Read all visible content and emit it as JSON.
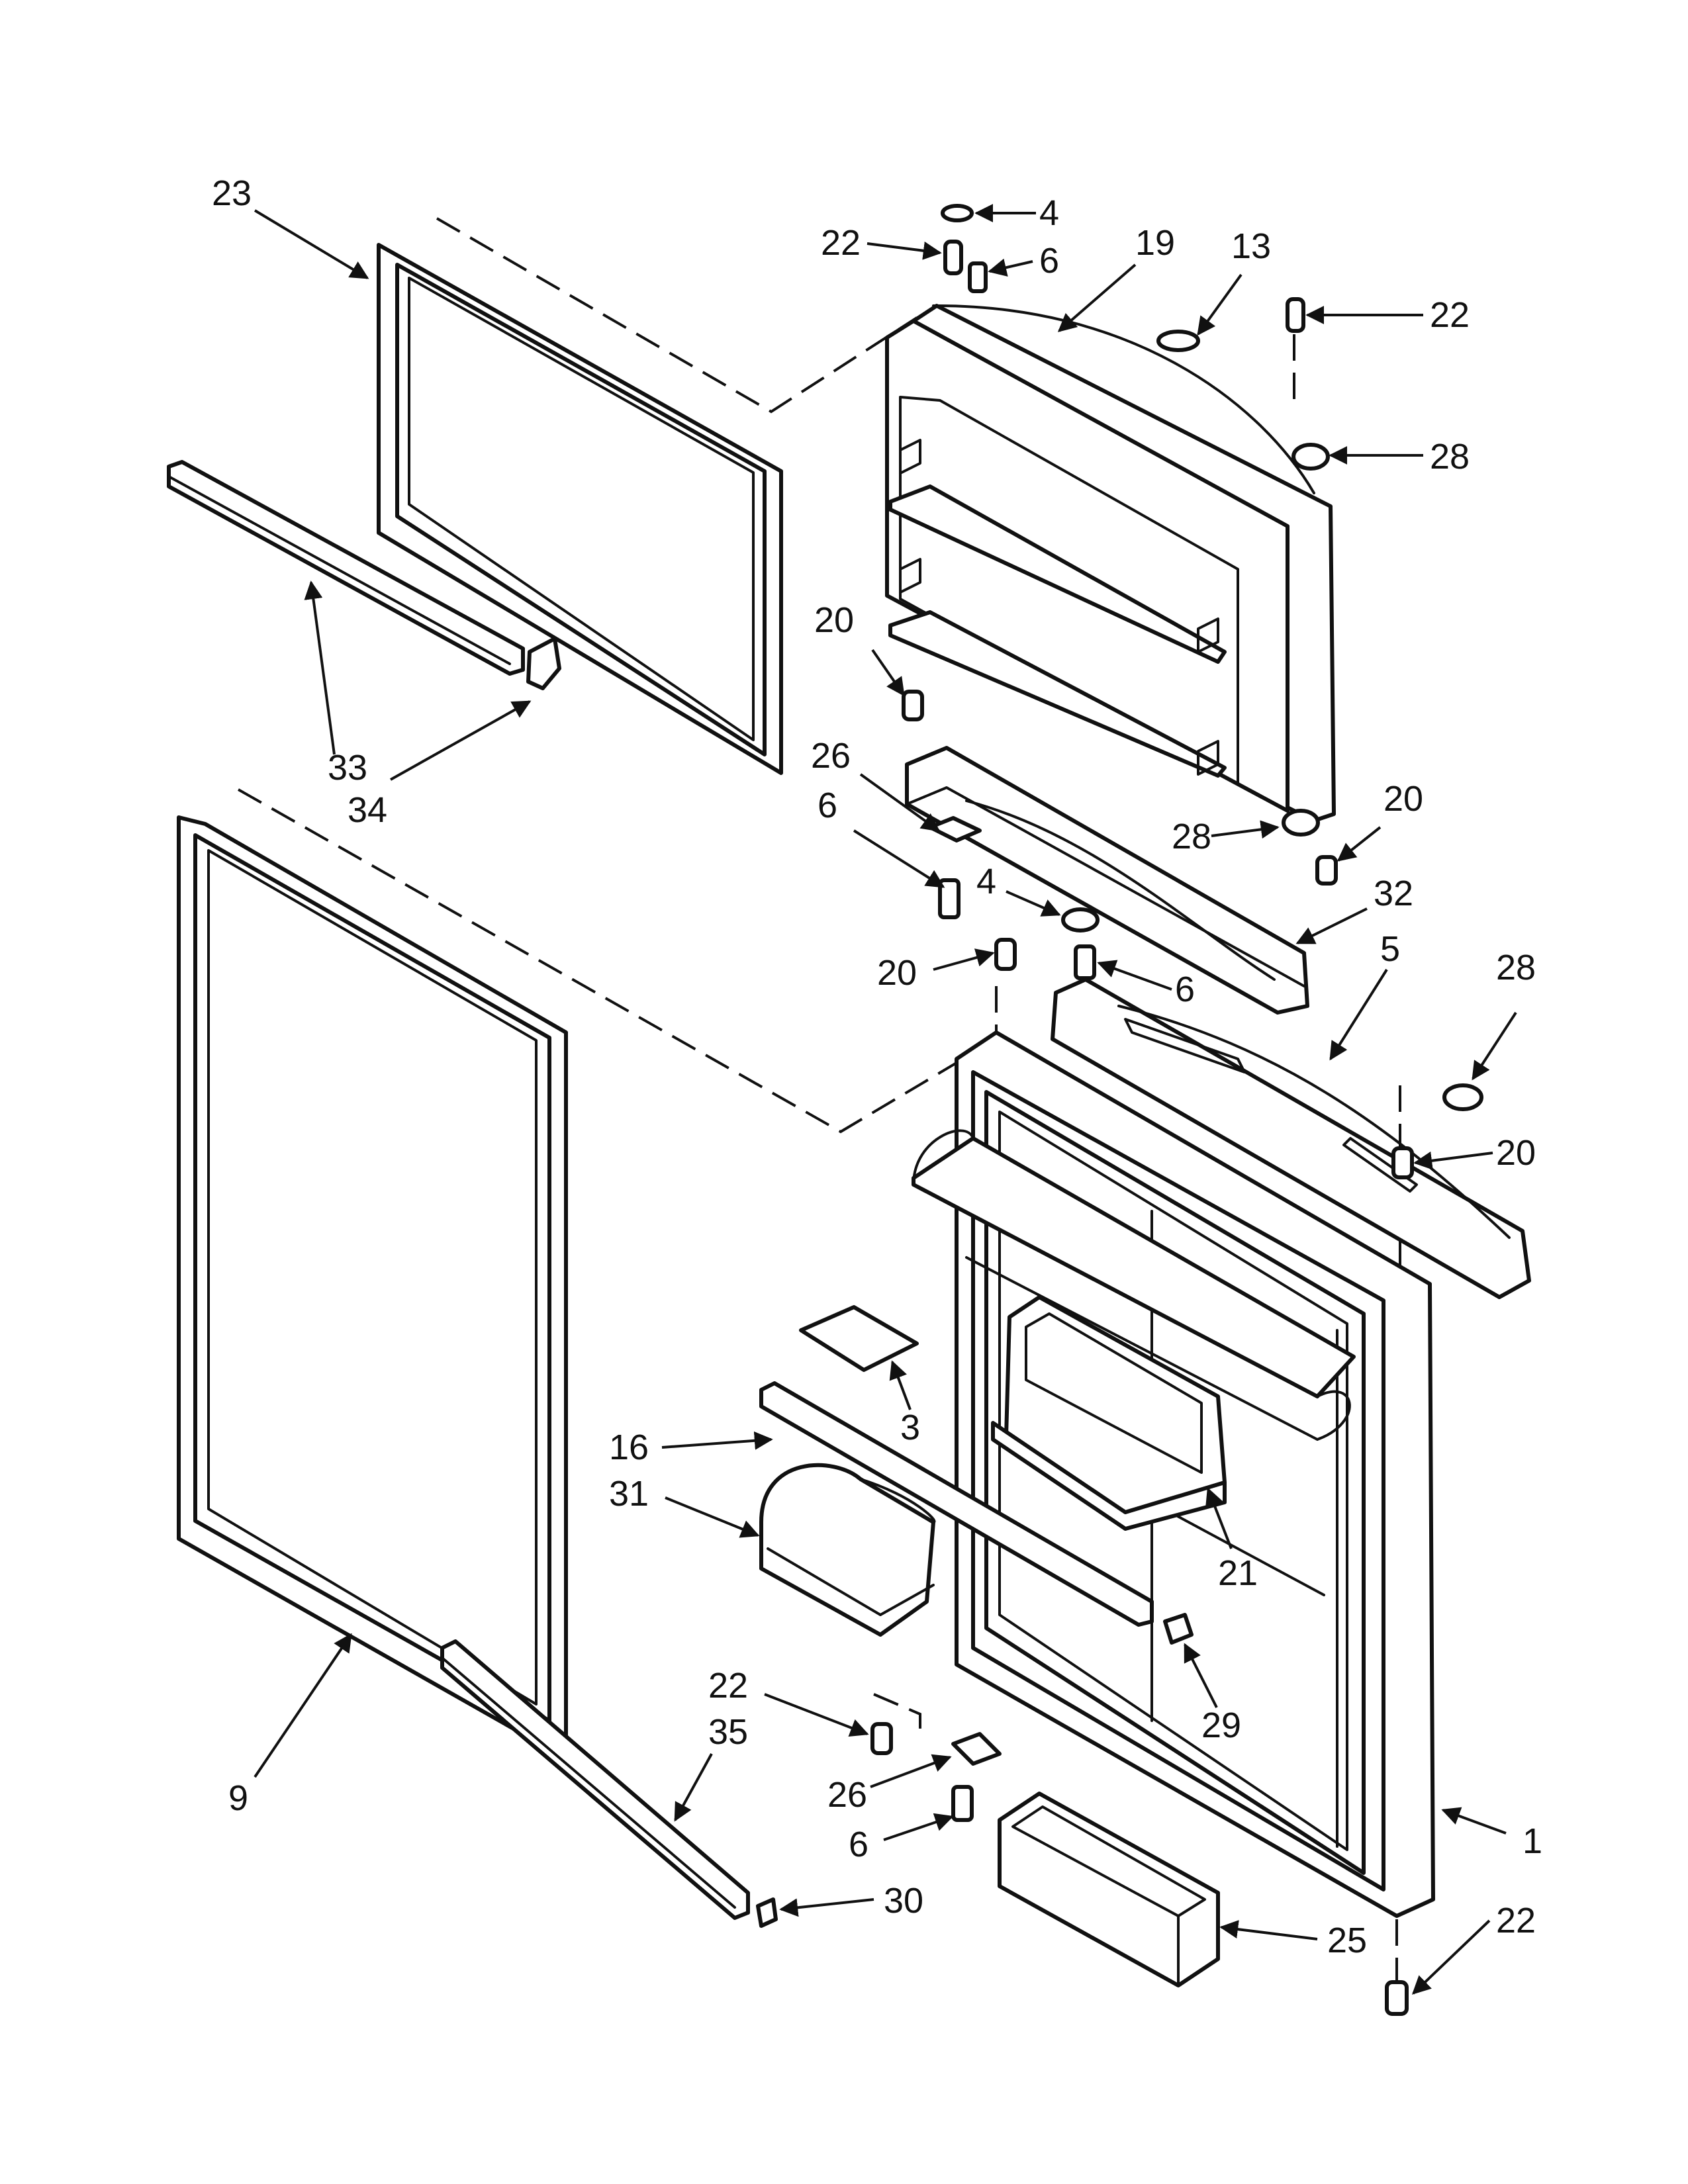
{
  "colors": {
    "ink": "#111111",
    "paper": "#ffffff"
  },
  "callouts": [
    {
      "id": "c23a",
      "label": "23"
    },
    {
      "id": "c4a",
      "label": "4"
    },
    {
      "id": "c22a",
      "label": "22"
    },
    {
      "id": "c6a",
      "label": "6"
    },
    {
      "id": "c19",
      "label": "19"
    },
    {
      "id": "c13",
      "label": "13"
    },
    {
      "id": "c22b",
      "label": "22"
    },
    {
      "id": "c28a",
      "label": "28"
    },
    {
      "id": "c20a",
      "label": "20"
    },
    {
      "id": "c33",
      "label": "33"
    },
    {
      "id": "c34",
      "label": "34"
    },
    {
      "id": "c26a",
      "label": "26"
    },
    {
      "id": "c6b",
      "label": "6"
    },
    {
      "id": "c20b",
      "label": "20"
    },
    {
      "id": "c28b",
      "label": "28"
    },
    {
      "id": "c4b",
      "label": "4"
    },
    {
      "id": "c32",
      "label": "32"
    },
    {
      "id": "c20c",
      "label": "20"
    },
    {
      "id": "c6c",
      "label": "6"
    },
    {
      "id": "c5",
      "label": "5"
    },
    {
      "id": "c28c",
      "label": "28"
    },
    {
      "id": "c20d",
      "label": "20"
    },
    {
      "id": "c3",
      "label": "3"
    },
    {
      "id": "c16",
      "label": "16"
    },
    {
      "id": "c31",
      "label": "31"
    },
    {
      "id": "c21",
      "label": "21"
    },
    {
      "id": "c29",
      "label": "29"
    },
    {
      "id": "c22c",
      "label": "22"
    },
    {
      "id": "c35",
      "label": "35"
    },
    {
      "id": "c9",
      "label": "9"
    },
    {
      "id": "c26b",
      "label": "26"
    },
    {
      "id": "c6d",
      "label": "6"
    },
    {
      "id": "c1",
      "label": "1"
    },
    {
      "id": "c30",
      "label": "30"
    },
    {
      "id": "c25",
      "label": "25"
    },
    {
      "id": "c22d",
      "label": "22"
    }
  ]
}
